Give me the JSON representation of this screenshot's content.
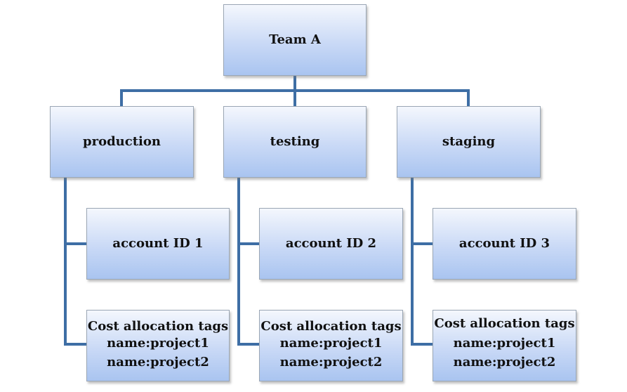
{
  "root": {
    "label": "Team A"
  },
  "environments": [
    {
      "label": "production",
      "account": "account ID 1",
      "tags_title": "Cost allocation tags",
      "tags": [
        "name:project1",
        "name:project2"
      ]
    },
    {
      "label": "testing",
      "account": "account ID 2",
      "tags_title": "Cost allocation tags",
      "tags": [
        "name:project1",
        "name:project2"
      ]
    },
    {
      "label": "staging",
      "account": "account ID 3",
      "tags_title": "Cost allocation tags",
      "tags": [
        "name:project1",
        "name:project2"
      ]
    }
  ],
  "colors": {
    "connector": "#3e6ea5",
    "box_top": "#f4f7fd",
    "box_bottom": "#a9c4f0",
    "box_border": "#9aa6b4"
  }
}
